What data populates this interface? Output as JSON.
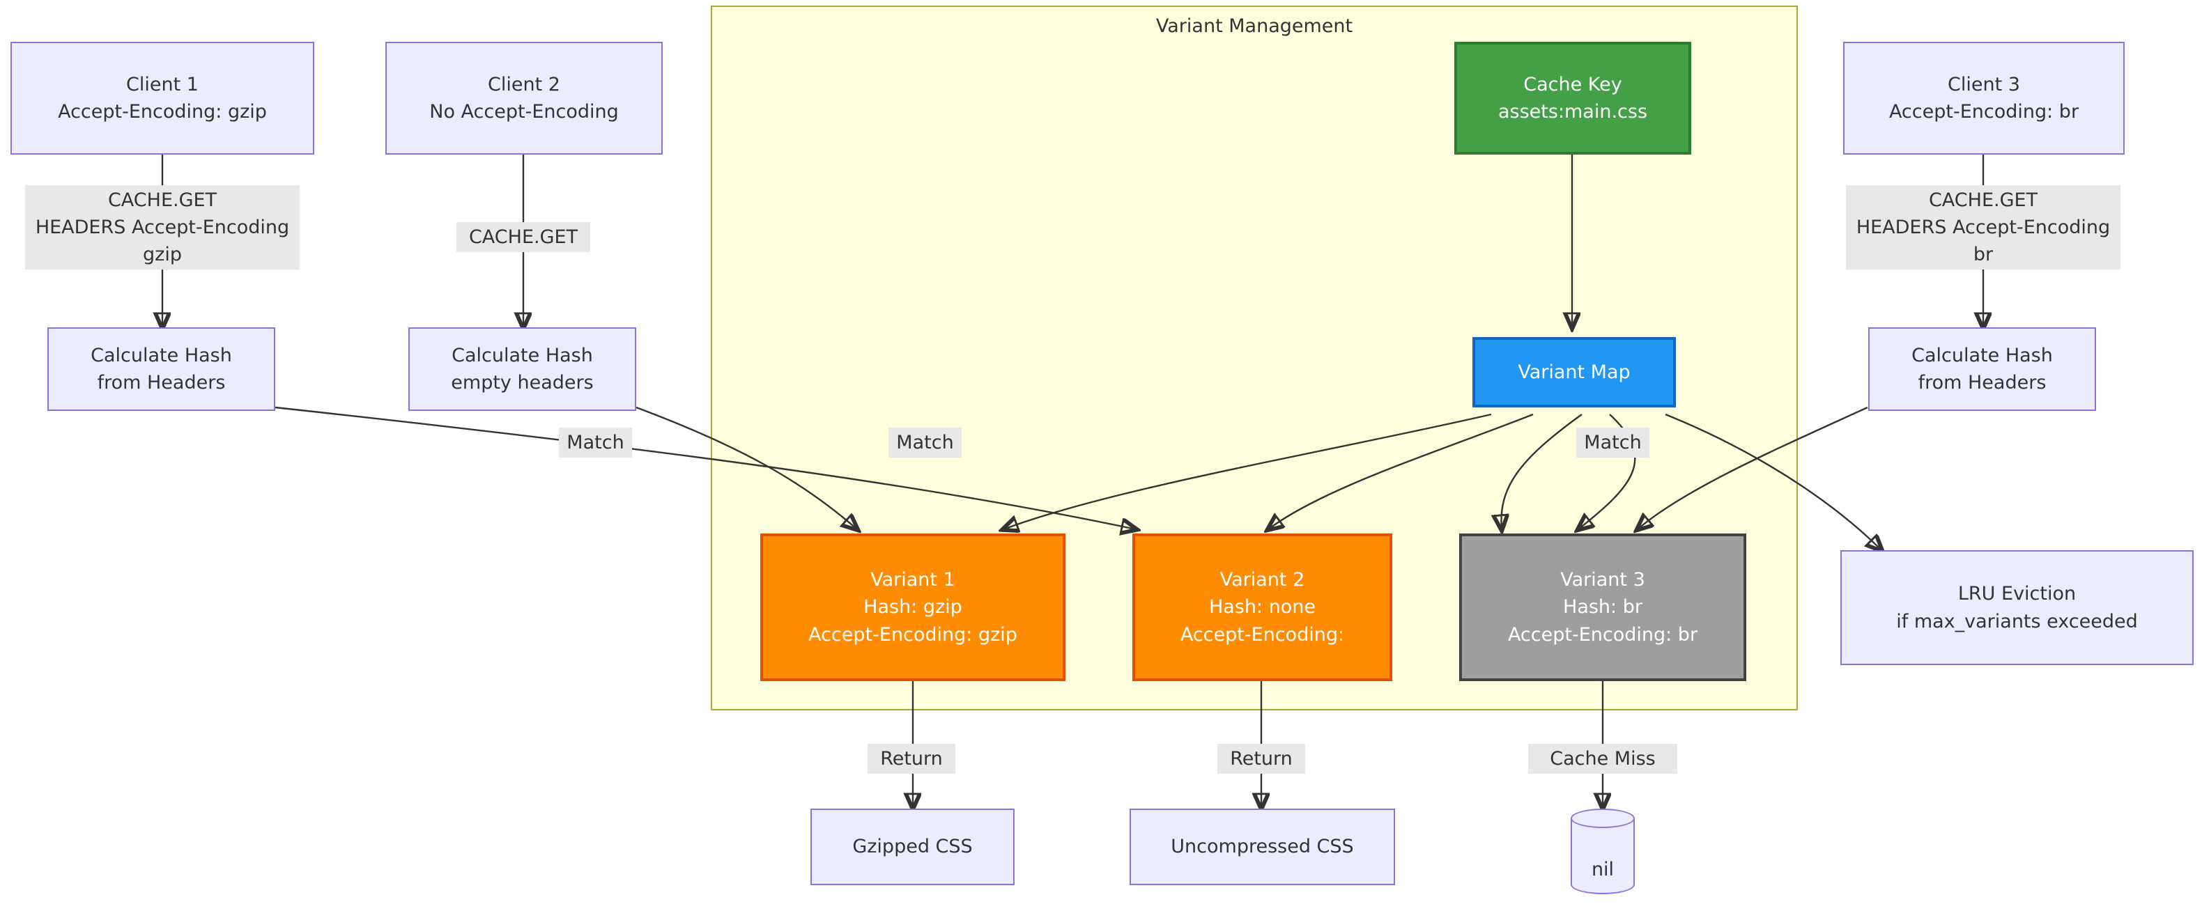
{
  "diagram": {
    "type": "flowchart",
    "cluster": {
      "title": "Variant Management"
    },
    "nodes": {
      "client1": {
        "lines": [
          "Client 1",
          "Accept-Encoding: gzip"
        ],
        "style": "default"
      },
      "client2": {
        "lines": [
          "Client 2",
          "No Accept-Encoding"
        ],
        "style": "default"
      },
      "client3": {
        "lines": [
          "Client 3",
          "Accept-Encoding: br"
        ],
        "style": "default"
      },
      "hash1": {
        "lines": [
          "Calculate Hash",
          "from Headers"
        ],
        "style": "default"
      },
      "hash2": {
        "lines": [
          "Calculate Hash",
          "empty headers"
        ],
        "style": "default"
      },
      "hash3": {
        "lines": [
          "Calculate Hash",
          "from Headers"
        ],
        "style": "default"
      },
      "cache_key": {
        "lines": [
          "Cache Key",
          "assets:main.css"
        ],
        "style": "green"
      },
      "variant_map": {
        "lines": [
          "Variant Map"
        ],
        "style": "blue"
      },
      "variant1": {
        "lines": [
          "Variant 1",
          "Hash: gzip",
          "Accept-Encoding: gzip"
        ],
        "style": "orange"
      },
      "variant2": {
        "lines": [
          "Variant 2",
          "Hash: none",
          "Accept-Encoding:"
        ],
        "style": "orange"
      },
      "variant3": {
        "lines": [
          "Variant 3",
          "Hash: br",
          "Accept-Encoding: br"
        ],
        "style": "gray"
      },
      "lru": {
        "lines": [
          "LRU Eviction",
          "if max_variants exceeded"
        ],
        "style": "default"
      },
      "gzipped": {
        "lines": [
          "Gzipped CSS"
        ],
        "style": "default"
      },
      "uncompressed": {
        "lines": [
          "Uncompressed CSS"
        ],
        "style": "default"
      },
      "nil": {
        "lines": [
          "nil"
        ],
        "style": "cylinder"
      }
    },
    "edge_labels": {
      "client1_get": {
        "lines": [
          "CACHE.GET",
          "HEADERS Accept-Encoding",
          "gzip"
        ]
      },
      "client2_get": {
        "lines": [
          "CACHE.GET"
        ]
      },
      "client3_get": {
        "lines": [
          "CACHE.GET",
          "HEADERS Accept-Encoding",
          "br"
        ]
      },
      "match_left": {
        "lines": [
          "Match"
        ]
      },
      "match_mid": {
        "lines": [
          "Match"
        ]
      },
      "match_right": {
        "lines": [
          "Match"
        ]
      },
      "return_1": {
        "lines": [
          "Return"
        ]
      },
      "return_2": {
        "lines": [
          "Return"
        ]
      },
      "cache_miss": {
        "lines": [
          "Cache Miss"
        ]
      }
    },
    "colors": {
      "default_fill": "#ECECFF",
      "default_stroke": "#9370DB",
      "cluster_fill": "#ffffde",
      "cluster_stroke": "#aaaa33",
      "green_fill": "#43a047",
      "green_stroke": "#2e7d32",
      "blue_fill": "#2196f3",
      "blue_stroke": "#1565c0",
      "orange_fill": "#ff8c00",
      "orange_stroke": "#e65100",
      "gray_fill": "#9e9e9e",
      "gray_stroke": "#424242",
      "edge_stroke": "#333333",
      "label_bg": "#e8e8e8",
      "text": "#333333"
    }
  }
}
